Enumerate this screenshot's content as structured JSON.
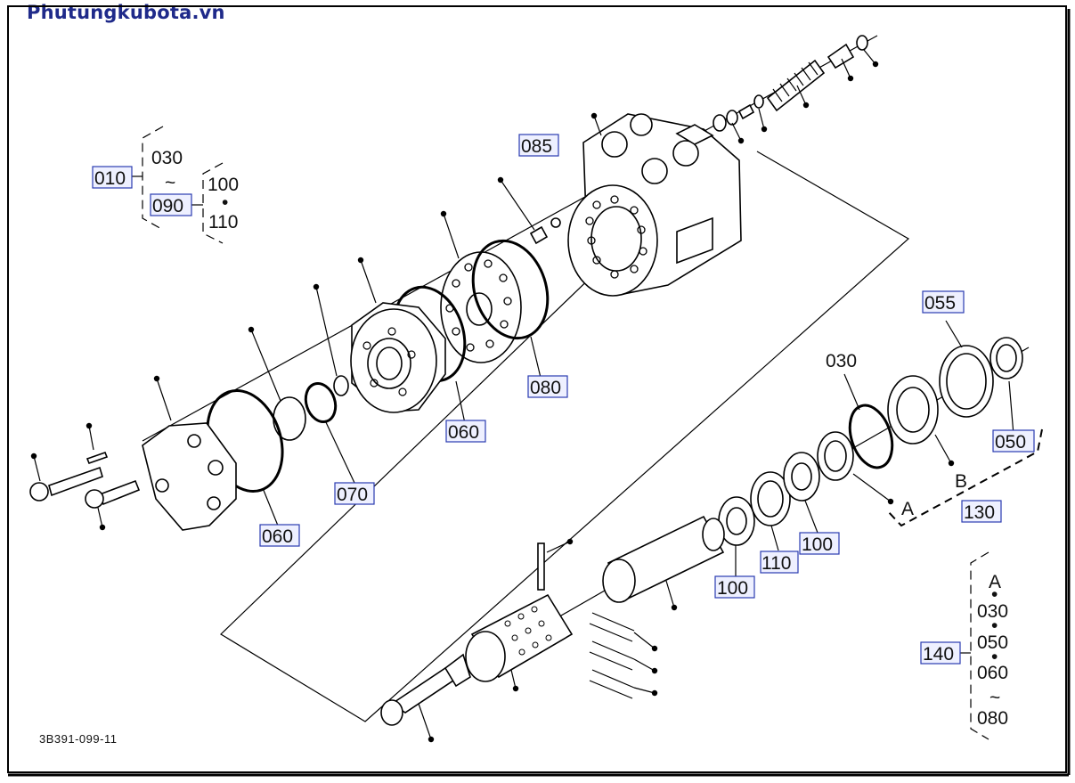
{
  "brand": "Phutungkubota.vn",
  "drawing_number": "3B391-099-11",
  "labels": {
    "ref_010": "010",
    "ref_030_top": "030",
    "tilde_top": "~",
    "ref_090": "090",
    "ref_100_top": "100",
    "dot_top": "•",
    "ref_110_top": "110",
    "ref_085": "085",
    "ref_080": "080",
    "ref_060_mid": "060",
    "ref_070": "070",
    "ref_060_low": "060",
    "ref_055": "055",
    "ref_030_right": "030",
    "ref_050": "050",
    "ref_B": "B",
    "ref_A": "A",
    "ref_130": "130",
    "ref_100_a": "100",
    "ref_110_b": "110",
    "ref_100_b": "100",
    "ref_140": "140",
    "set_A": "A",
    "set_dot1": "•",
    "set_030": "030",
    "set_dot2": "•",
    "set_050": "050",
    "set_dot3": "•",
    "set_060": "060",
    "set_tilde": "~",
    "set_080": "080"
  }
}
